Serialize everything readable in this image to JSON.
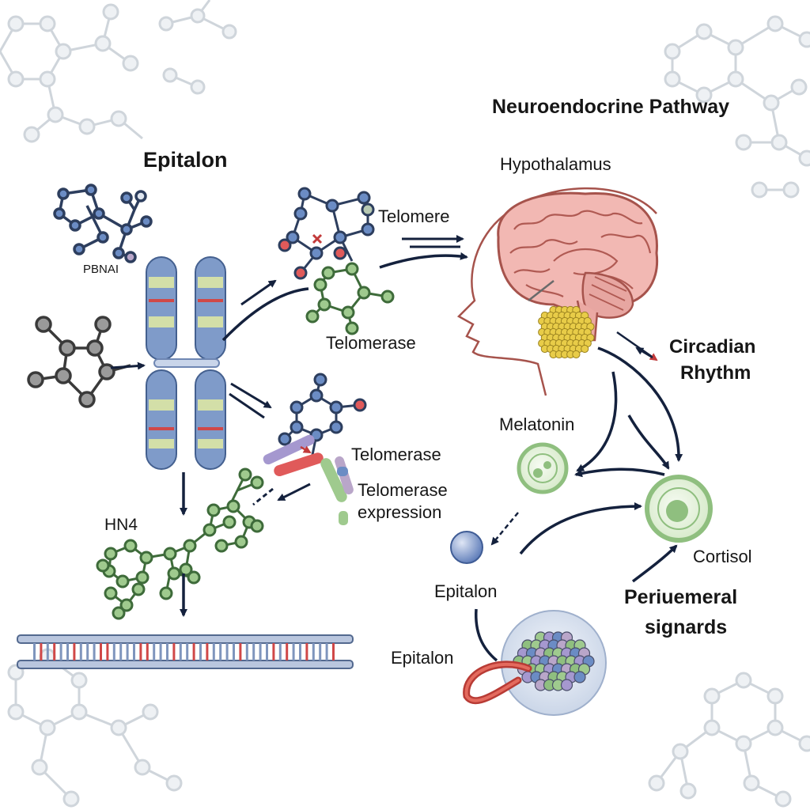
{
  "labels": {
    "epitalon_title": "Epitalon",
    "pbnai": "PBNAI",
    "telomere": "Telomere",
    "telomerase_top": "Telomerase",
    "telomerase_mid": "Telomerase",
    "telomerase_expression_1": "Telomerase",
    "telomerase_expression_2": "expression",
    "hn4": "HN4",
    "neuroendocrine_title": "Neuroendocrine Pathway",
    "hypothalamus": "Hypothalamus",
    "circadian_1": "Circadian",
    "circadian_2": "Rhythm",
    "melatonin": "Melatonin",
    "cortisol": "Cortisol",
    "epitalon_right": "Epitalon",
    "epitalon_bottom": "Epitalon",
    "peripheral_1": "Periuemeral",
    "peripheral_2": "signards"
  },
  "colors": {
    "arrow": "#14213d",
    "brain": "#f2b8b3",
    "brain_outline": "#a6534c",
    "pineal": "#e8cc48",
    "chromosome": "#5f7fb4",
    "chromosome_band": "#d8e6a0",
    "molecule_blue": "#6b8cc4",
    "molecule_green": "#9fca8e",
    "molecule_gray": "#9a9a9a",
    "cell_green": "#8fbf7f",
    "background_molecule": "#d4d9de"
  }
}
